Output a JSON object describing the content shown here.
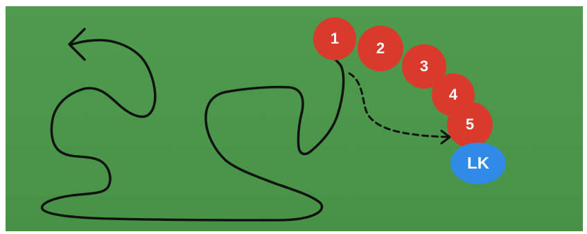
{
  "diagram": {
    "field_color": "#4c974b",
    "player_color": "#d93a2b",
    "lk_color": "#2f8be6",
    "line_color": "#111111",
    "players": [
      {
        "label": "1"
      },
      {
        "label": "2"
      },
      {
        "label": "3"
      },
      {
        "label": "4"
      },
      {
        "label": "5"
      }
    ],
    "lk": {
      "label": "LK"
    },
    "icons": [
      "curved-path-line-icon",
      "arrowhead-icon",
      "dashed-arrow-icon"
    ]
  }
}
